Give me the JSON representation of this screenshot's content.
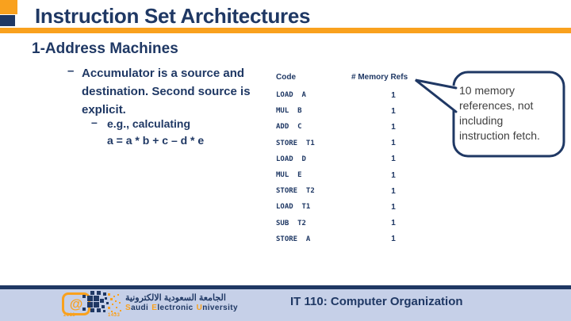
{
  "colors": {
    "navy": "#1f3864",
    "orange": "#f9a11e",
    "band": "#c6d0e8",
    "callout-text": "#3f3f3f"
  },
  "header": {
    "title": "Instruction Set Architectures"
  },
  "content": {
    "heading": "1-Address Machines",
    "bullet_dash": "–",
    "bullet_text": "Accumulator is a source and destination.  Second source is explicit.",
    "sub_dash": "–",
    "sub_line1": "e.g., calculating",
    "sub_line2": "a = a * b + c – d * e"
  },
  "table": {
    "col_code": "Code",
    "col_refs": "# Memory Refs",
    "rows": [
      {
        "code": "LOAD  A",
        "refs": "1"
      },
      {
        "code": "MUL  B",
        "refs": "1"
      },
      {
        "code": "ADD  C",
        "refs": "1"
      },
      {
        "code": "STORE  T1",
        "refs": "1"
      },
      {
        "code": "LOAD  D",
        "refs": "1"
      },
      {
        "code": "MUL  E",
        "refs": "1"
      },
      {
        "code": "STORE  T2",
        "refs": "1"
      },
      {
        "code": "LOAD  T1",
        "refs": "1"
      },
      {
        "code": "SUB  T2",
        "refs": "1"
      },
      {
        "code": "STORE  A",
        "refs": "1"
      }
    ]
  },
  "callout": {
    "text": "10 memory references, not including instruction fetch."
  },
  "footer": {
    "course": "IT 110: Computer Organization",
    "logo": {
      "at": "@",
      "arabic": "الجامعة السعودية الالكترونية",
      "en": [
        "S",
        "audi",
        "E",
        "lectronic",
        "U",
        "niversity"
      ],
      "years": [
        "2011",
        "1433"
      ]
    }
  }
}
